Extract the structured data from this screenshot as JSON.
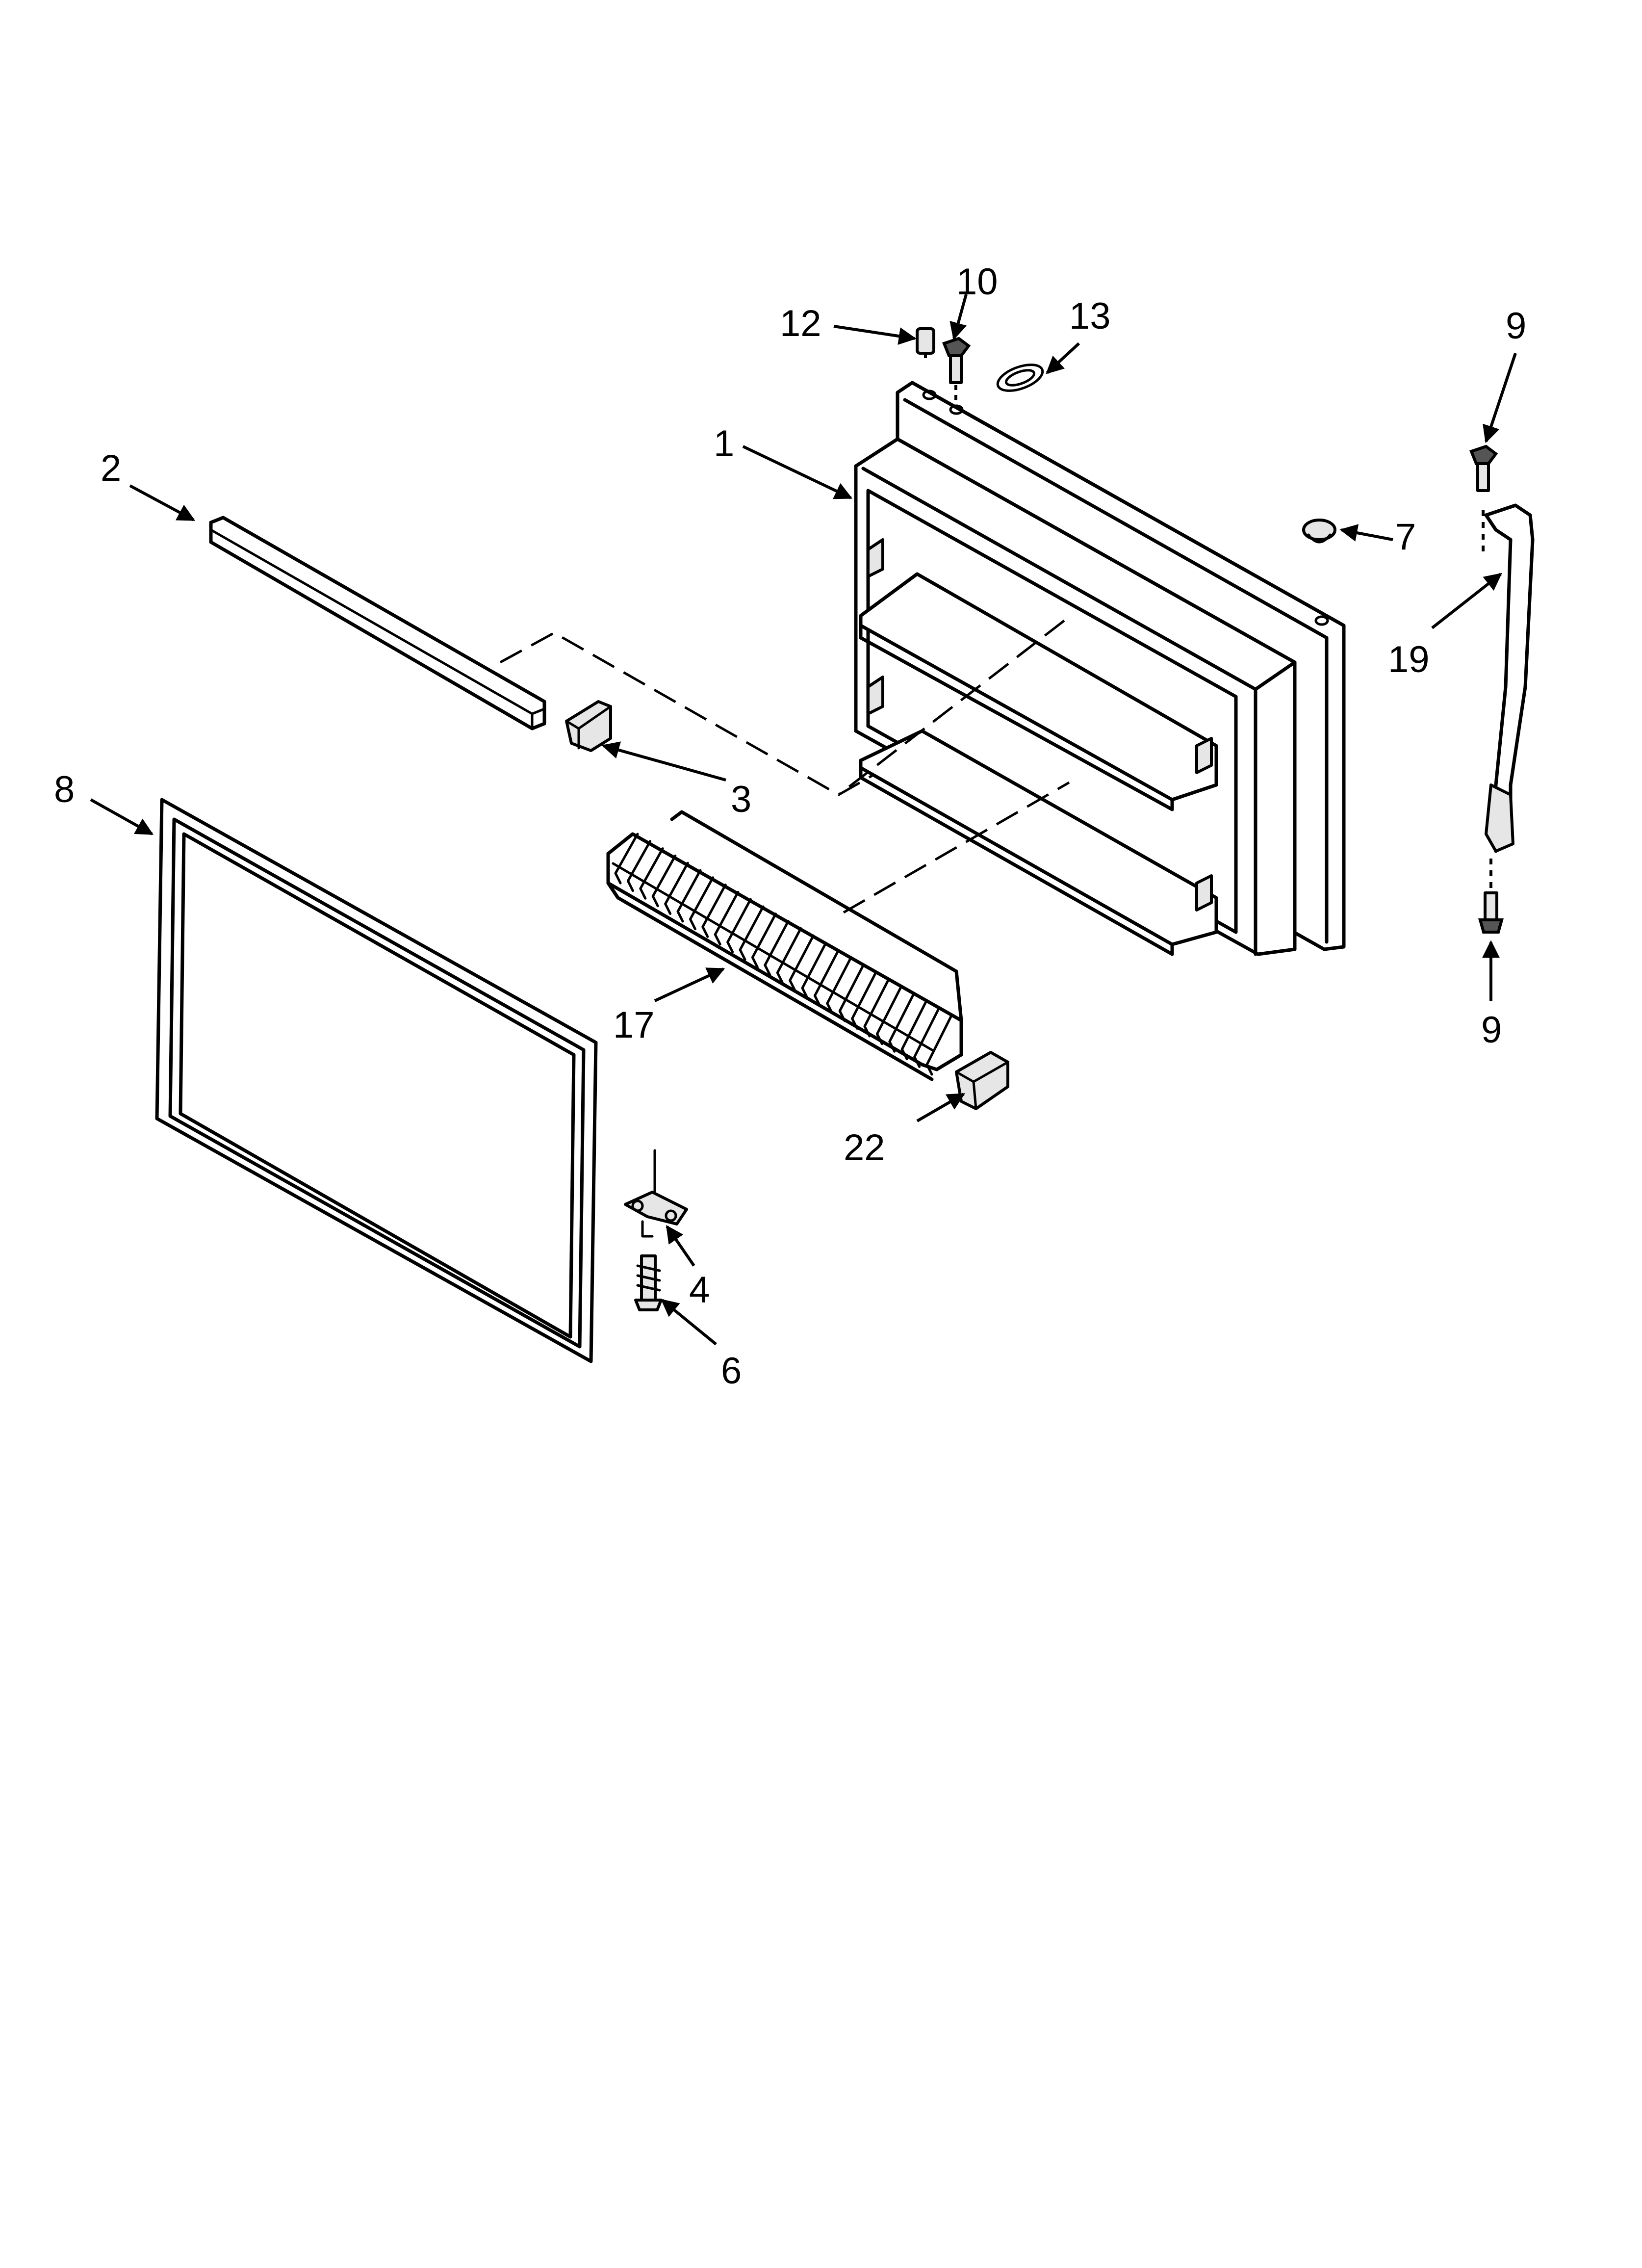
{
  "callouts": {
    "c1": "1",
    "c2": "2",
    "c3": "3",
    "c4": "4",
    "c6": "6",
    "c7": "7",
    "c8": "8",
    "c9_top": "9",
    "c9_bottom": "9",
    "c10": "10",
    "c12": "12",
    "c13": "13",
    "c17": "17",
    "c19": "19",
    "c22": "22"
  },
  "colors": {
    "line": "#000000",
    "background": "#ffffff"
  }
}
